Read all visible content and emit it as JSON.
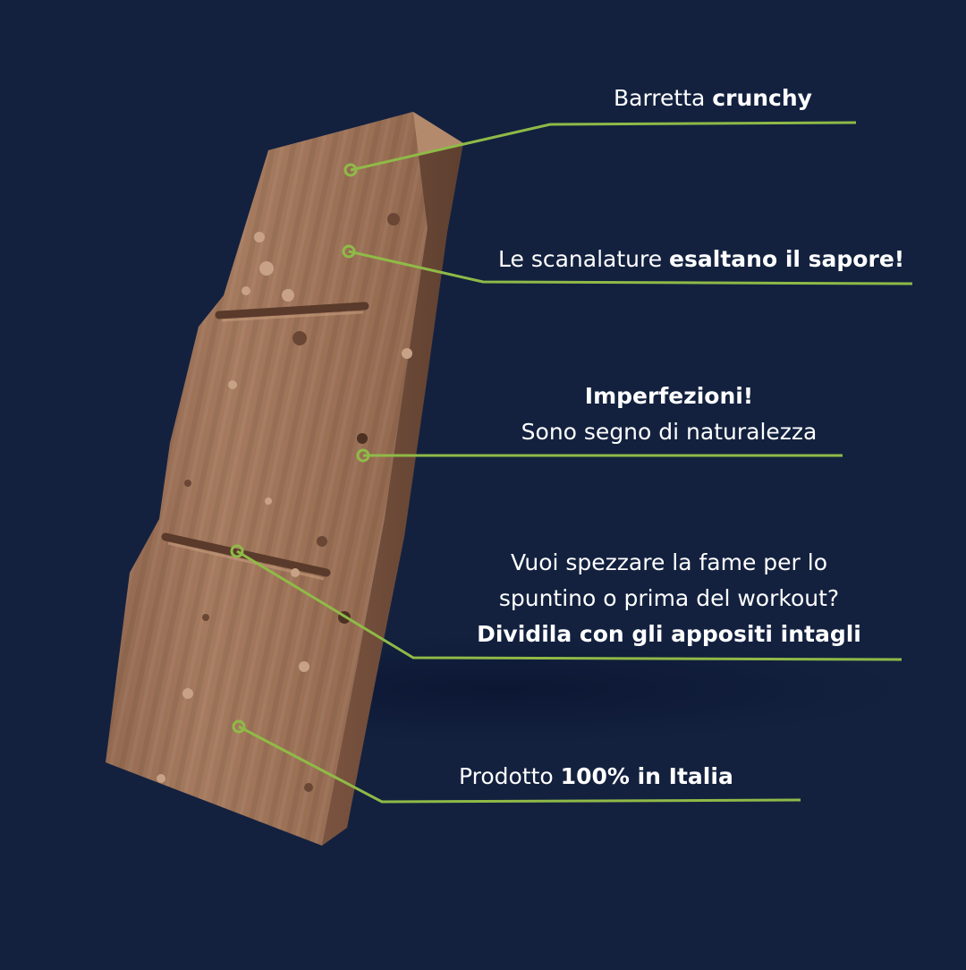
{
  "colors": {
    "background": "#13213f",
    "accent_line": "#8fba47",
    "bar_base": "#9c7158",
    "bar_light": "#b58a6c",
    "bar_dark": "#6e4a37",
    "text": "#ffffff"
  },
  "callouts": [
    {
      "normal": "Barretta ",
      "bold": "crunchy"
    },
    {
      "normal": "Le scanalature ",
      "bold": "esaltano il sapore!"
    },
    {
      "bold": "Imperfezioni!",
      "normal": "Sono segno di naturalezza"
    },
    {
      "line1": "Vuoi spezzare la fame per lo",
      "line2": "spuntino o prima del workout?",
      "bold": "Dividila con gli appositi intagli"
    },
    {
      "normal": "Prodotto ",
      "bold": "100% in Italia"
    }
  ]
}
